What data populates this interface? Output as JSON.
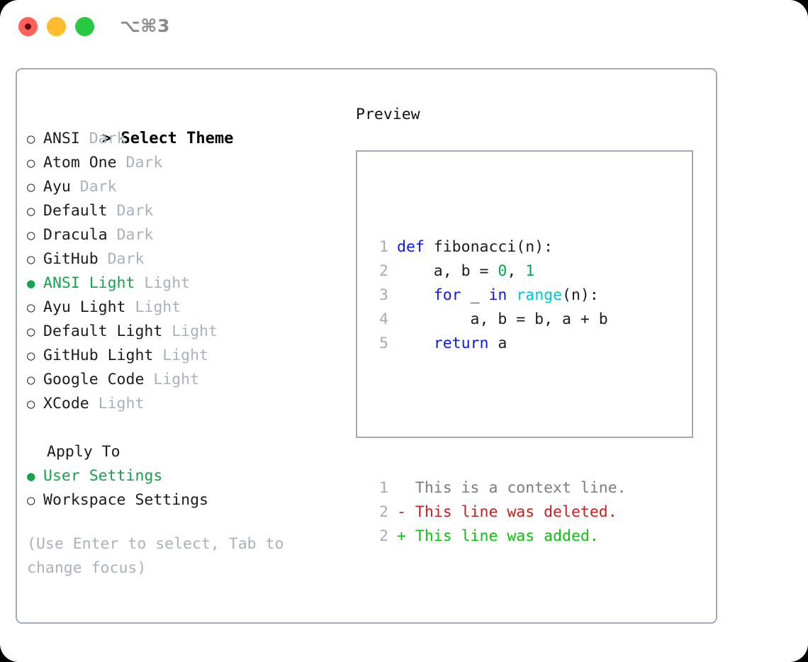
{
  "titlebar": {
    "shortcut": "⌥⌘3",
    "buttons": [
      {
        "name": "close",
        "color": "#ff6058"
      },
      {
        "name": "minimize",
        "color": "#febc2e"
      },
      {
        "name": "maximize",
        "color": "#28c840"
      }
    ]
  },
  "theme_picker": {
    "header": "> Select Theme",
    "items": [
      {
        "bullet": "○",
        "name": "ANSI",
        "tag": "Dark",
        "selected": false
      },
      {
        "bullet": "○",
        "name": "Atom One",
        "tag": "Dark",
        "selected": false
      },
      {
        "bullet": "○",
        "name": "Ayu",
        "tag": "Dark",
        "selected": false
      },
      {
        "bullet": "○",
        "name": "Default",
        "tag": "Dark",
        "selected": false
      },
      {
        "bullet": "○",
        "name": "Dracula",
        "tag": "Dark",
        "selected": false
      },
      {
        "bullet": "○",
        "name": "GitHub",
        "tag": "Dark",
        "selected": false
      },
      {
        "bullet": "●",
        "name": "ANSI Light",
        "tag": "Light",
        "selected": true
      },
      {
        "bullet": "○",
        "name": "Ayu Light",
        "tag": "Light",
        "selected": false
      },
      {
        "bullet": "○",
        "name": "Default Light",
        "tag": "Light",
        "selected": false
      },
      {
        "bullet": "○",
        "name": "GitHub Light",
        "tag": "Light",
        "selected": false
      },
      {
        "bullet": "○",
        "name": "Google Code",
        "tag": "Light",
        "selected": false
      },
      {
        "bullet": "○",
        "name": "XCode",
        "tag": "Light",
        "selected": false
      }
    ]
  },
  "apply_to": {
    "label": "Apply To",
    "options": [
      {
        "bullet": "●",
        "name": "User Settings",
        "selected": true
      },
      {
        "bullet": "○",
        "name": "Workspace Settings",
        "selected": false
      }
    ]
  },
  "hint": "(Use Enter to select, Tab to change focus)",
  "preview": {
    "title": "Preview",
    "code_lines": [
      {
        "num": "1",
        "tokens": [
          {
            "t": "def",
            "c": "kw"
          },
          {
            "t": " fibonacci(n):",
            "c": "plain"
          }
        ]
      },
      {
        "num": "2",
        "tokens": [
          {
            "t": "    a, b = ",
            "c": "plain"
          },
          {
            "t": "0",
            "c": "num"
          },
          {
            "t": ", ",
            "c": "plain"
          },
          {
            "t": "1",
            "c": "num"
          }
        ]
      },
      {
        "num": "3",
        "tokens": [
          {
            "t": "    ",
            "c": "plain"
          },
          {
            "t": "for",
            "c": "kw"
          },
          {
            "t": " _ ",
            "c": "plain"
          },
          {
            "t": "in",
            "c": "kw"
          },
          {
            "t": " ",
            "c": "plain"
          },
          {
            "t": "range",
            "c": "fn"
          },
          {
            "t": "(n):",
            "c": "plain"
          }
        ]
      },
      {
        "num": "4",
        "tokens": [
          {
            "t": "        a, b = b, a + b",
            "c": "plain"
          }
        ]
      },
      {
        "num": "5",
        "tokens": [
          {
            "t": "    ",
            "c": "plain"
          },
          {
            "t": "return",
            "c": "kw"
          },
          {
            "t": " a",
            "c": "plain"
          }
        ]
      }
    ],
    "diff_lines": [
      {
        "num": "1",
        "marker": "  ",
        "text": "This is a context line.",
        "c": "ctx"
      },
      {
        "num": "2",
        "marker": "- ",
        "text": "This line was deleted.",
        "c": "del"
      },
      {
        "num": "2",
        "marker": "+ ",
        "text": "This line was added.",
        "c": "add"
      }
    ]
  },
  "colors": {
    "accent_green": "#16a34a",
    "muted": "#a8b2be",
    "border": "#9fabba",
    "keyword": "#0f18ec",
    "function": "#00c5d4",
    "number": "#00a846",
    "diff_add": "#10bf10",
    "diff_del": "#c42121"
  }
}
